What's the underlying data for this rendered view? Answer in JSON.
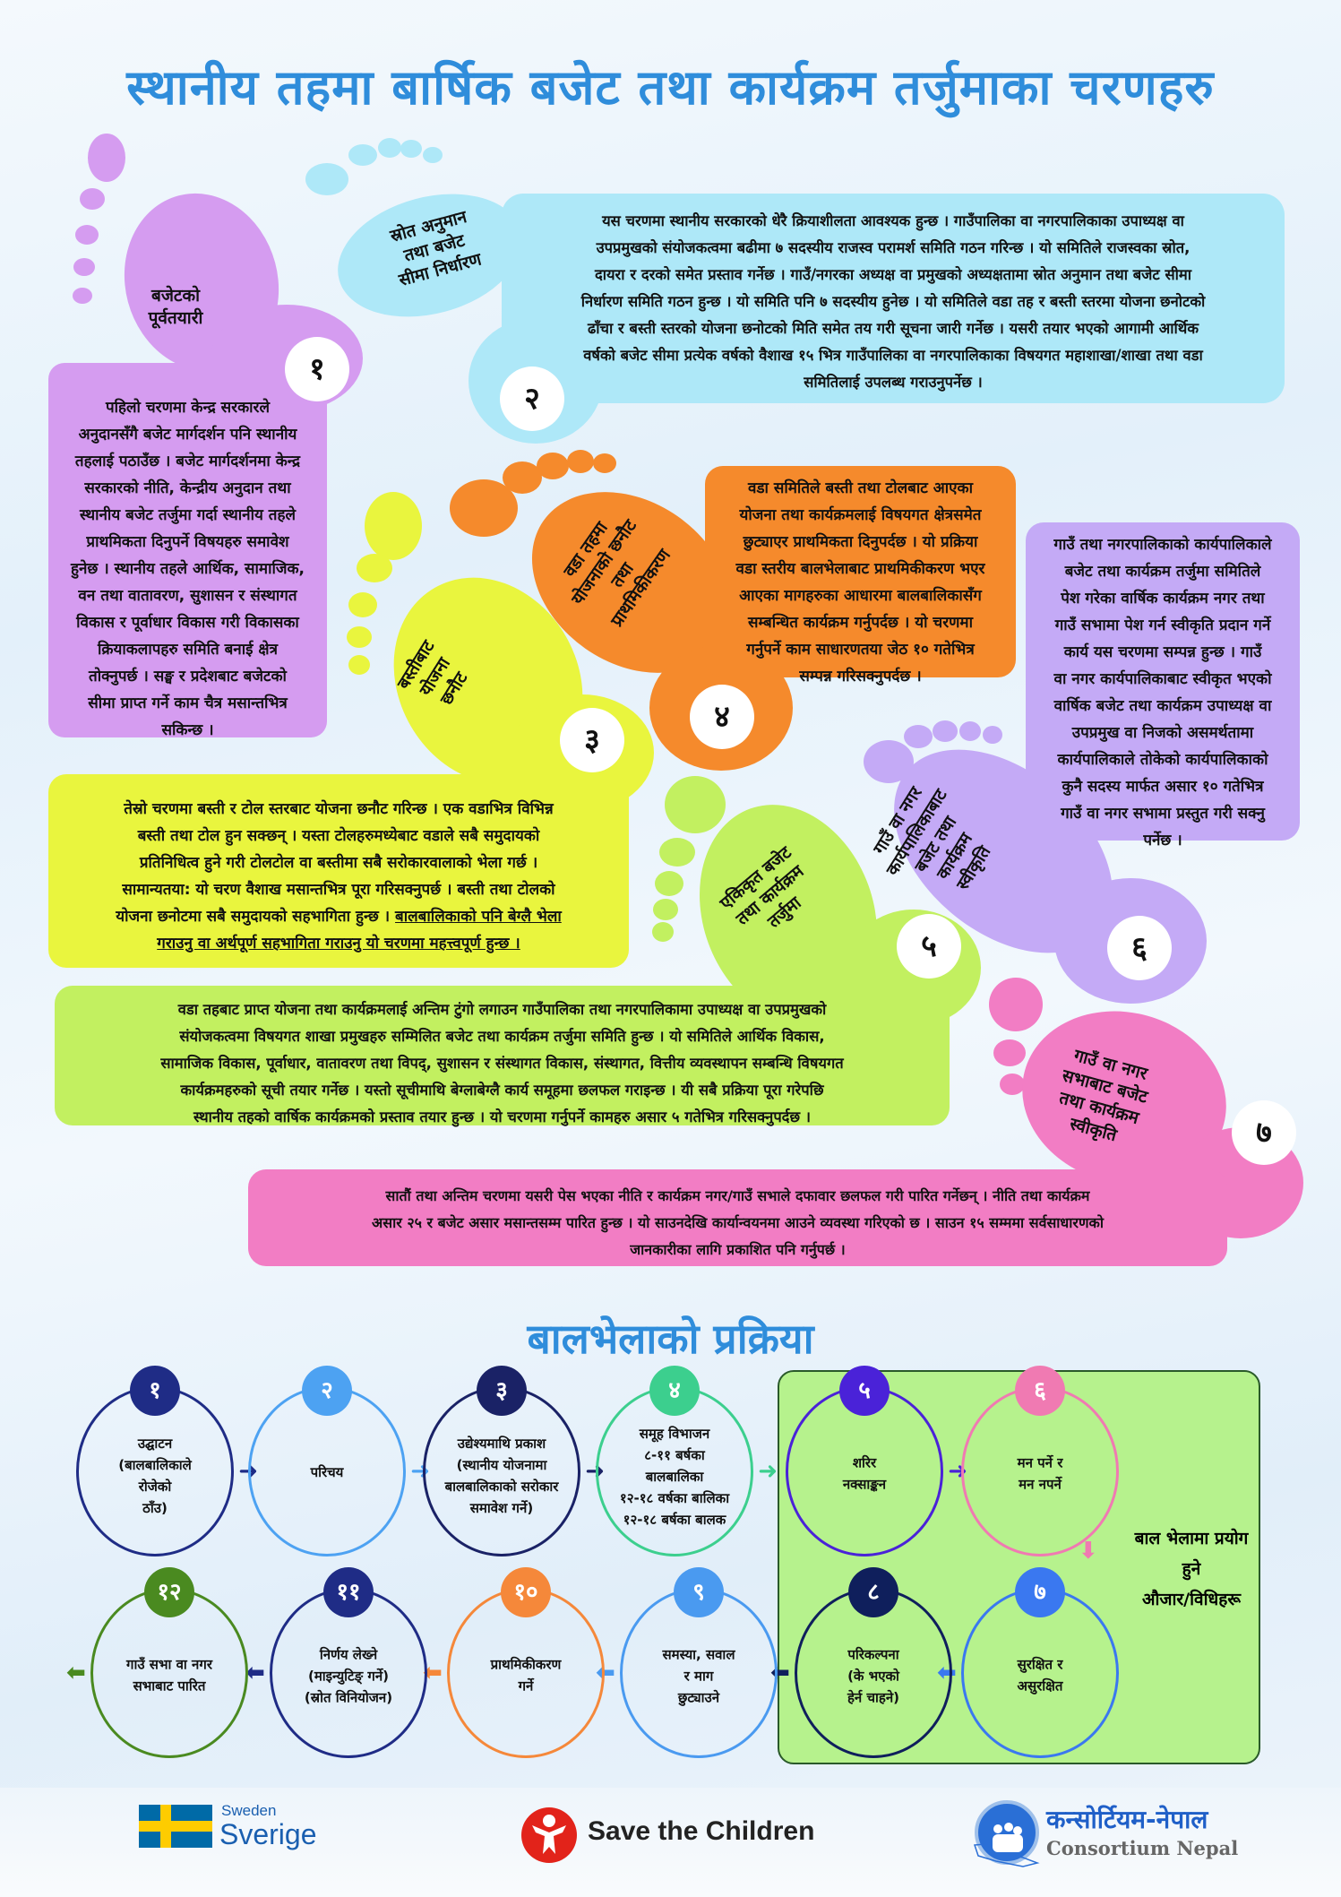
{
  "title": "स्थानीय तहमा बार्षिक बजेट तथा कार्यक्रम तर्जुमाका चरणहरु",
  "steps": [
    {
      "number": "१",
      "label": "बजेटको\nपूर्वतयारी",
      "color": "#d59cf0",
      "text": "पहिलो चरणमा केन्द्र सरकारले\nअनुदानसँगै बजेट मार्गदर्शन पनि स्थानीय\nतहलाई पठाउँछ । बजेट मार्गदर्शनमा केन्द्र\nसरकारको नीति, केन्द्रीय अनुदान तथा\nस्थानीय बजेट तर्जुमा गर्दा स्थानीय तहले\nप्राथमिकता दिनुपर्ने विषयहरु समावेश\nहुनेछ । स्थानीय तहले आर्थिक, सामाजिक,\nवन तथा वातावरण, सुशासन र संस्थागत\nविकास र पूर्वाधार विकास गरी विकासका\nक्रियाकलापहरु समिति बनाई क्षेत्र\nतोक्नुपर्छ । सङ्घ र प्रदेशबाट बजेटको\nसीमा प्राप्त गर्ने काम चैत्र मसान्तभित्र\nसकिन्छ ।"
    },
    {
      "number": "२",
      "label": "स्रोत अनुमान\nतथा बजेट\nसीमा निर्धारण",
      "color": "#aee8f8",
      "text": "यस चरणमा स्थानीय सरकारको धेरै क्रियाशीलता आवश्यक हुन्छ । गाउँपालिका वा नगरपालिकाका उपाध्यक्ष वा\nउपप्रमुखको संयोजकत्वमा बढीमा ७ सदस्यीय राजस्व परामर्श समिति गठन गरिन्छ । यो समितिले राजस्वका स्रोत,\nदायरा र दरको समेत प्रस्ताव गर्नेछ । गाउँ/नगरका अध्यक्ष वा प्रमुखको अध्यक्षतामा स्रोत अनुमान तथा बजेट सीमा\nनिर्धारण समिति गठन हुन्छ । यो समिति पनि ७ सदस्यीय हुनेछ । यो समितिले वडा तह र बस्ती स्तरमा योजना छनोटको\nढाँचा र बस्ती स्तरको योजना छनोटको मिति समेत तय गरी सूचना जारी गर्नेछ । यसरी तयार भएको आगामी आर्थिक\nवर्षको बजेट सीमा प्रत्येक वर्षको वैशाख १५ भित्र गाउँपालिका वा नगरपालिकाका विषयगत महाशाखा/शाखा तथा वडा\nसमितिलाई उपलब्ध गराउनुपर्नेछ ।"
    },
    {
      "number": "३",
      "label": "बस्तीबाट\nयोजना\nछनौट",
      "color": "#e9f53e",
      "text": "तेस्रो चरणमा बस्ती र टोल स्तरबाट योजना छनौट गरिन्छ । एक वडाभित्र विभिन्न\nबस्ती तथा टोल हुन सक्छन् । यस्ता टोलहरुमध्येबाट वडाले सबै समुदायको\nप्रतिनिधित्व हुने गरी टोलटोल वा बस्तीमा सबै सरोकारवालाको भेला गर्छ ।\nसामान्यतया: यो चरण वैशाख मसान्तभित्र पूरा गरिसक्नुपर्छ । बस्ती तथा टोलको\nयोजना छनोटमा सबै समुदायको सहभागिता हुन्छ । ",
      "text_emphasis": "बालबालिकाको पनि बेग्लै भेला\nगराउनु वा अर्थपूर्ण सहभागिता गराउनु यो चरणमा महत्त्वपूर्ण हुन्छ ।"
    },
    {
      "number": "४",
      "label": "वडा तहमा\nयोजनाको छनौट\nतथा\nप्राथमिकीकरण",
      "color": "#f58a2c",
      "text": "वडा समितिले बस्ती तथा टोलबाट आएका\nयोजना तथा कार्यक्रमलाई विषयगत क्षेत्रसमेत\nछुट्याएर प्राथमिकता दिनुपर्दछ । यो प्रक्रिया\nवडा स्तरीय बालभेलाबाट प्राथमिकीकरण भएर\nआएका मागहरुका आधारमा बालबालिकासँग\nसम्बन्धित कार्यक्रम गर्नुपर्दछ । यो चरणमा\nगर्नुपर्ने काम साधारणतया जेठ १० गतेभित्र\nसम्पन्न गरिसक्नुपर्दछ ।"
    },
    {
      "number": "५",
      "label": "एकिकृत बजेट\nतथा कार्यक्रम\nतर्जुमा",
      "color": "#c2f060",
      "text": "वडा तहबाट प्राप्त योजना तथा कार्यक्रमलाई अन्तिम टुंगो लगाउन गाउँपालिका तथा नगरपालिकामा उपाध्यक्ष वा उपप्रमुखको\nसंयोजकत्वमा विषयगत शाखा प्रमुखहरु सम्मिलित बजेट तथा कार्यक्रम तर्जुमा समिति हुन्छ । यो समितिले आर्थिक विकास,\nसामाजिक विकास, पूर्वाधार, वातावरण तथा विपद्, सुशासन र संस्थागत विकास, संस्थागत, वित्तीय व्यवस्थापन सम्बन्धि विषयगत\nकार्यक्रमहरुको सूची तयार गर्नेछ । यस्तो सूचीमाथि बेग्लाबेग्लै कार्य समूहमा छलफल गराइन्छ । यी सबै प्रक्रिया पूरा गरेपछि\nस्थानीय तहको वार्षिक कार्यक्रमको प्रस्ताव तयार हुन्छ । यो चरणमा गर्नुपर्ने कामहरु असार ५ गतेभित्र गरिसक्नुपर्दछ ।"
    },
    {
      "number": "६",
      "label": "गाउँ वा नगर\nकार्यपालिकाबाट\nबजेट तथा\nकार्यक्रम\nस्वीकृति",
      "color": "#c4aaf6",
      "text": "गाउँ तथा नगरपालिकाको कार्यपालिकाले\nबजेट तथा कार्यक्रम तर्जुमा समितिले\nपेश गरेका वार्षिक कार्यक्रम नगर तथा\nगाउँ सभामा पेश गर्न स्वीकृति प्रदान गर्ने\nकार्य यस चरणमा सम्पन्न हुन्छ । गाउँ\nवा नगर कार्यपालिकाबाट स्वीकृत भएको\nवार्षिक बजेट तथा कार्यक्रम उपाध्यक्ष वा\nउपप्रमुख वा निजको असमर्थतामा\nकार्यपालिकाले तोकेको कार्यपालिकाको\nकुनै सदस्य मार्फत असार १० गतेभित्र\nगाउँ वा नगर सभामा प्रस्तुत गरी सक्नु\nपर्नेछ ।"
    },
    {
      "number": "७",
      "label": "गाउँ वा नगर\nसभाबाट बजेट\nतथा कार्यक्रम\nस्वीकृति",
      "color": "#f27dc4",
      "text": "सातौं तथा अन्तिम चरणमा यसरी पेस भएका नीति र कार्यक्रम नगर/गाउँ सभाले दफावार छलफल गरी पारित गर्नेछन् । नीति तथा कार्यक्रम\nअसार २५ र बजेट असार मसान्तसम्म पारित हुन्छ । यो साउनदेखि कार्यान्वयनमा आउने व्यवस्था गरिएको छ । साउन १५ सम्ममा सर्वसाधारणको\nजानकारीका लागि प्रकाशित पनि गर्नुपर्छ ।"
    }
  ],
  "bal_bhela": {
    "title": "बालभेलाको प्रक्रिया",
    "side_label": "बाल भेलामा प्रयोग\nहुने\nऔजार/विधिहरू",
    "steps": [
      {
        "number": "१",
        "text": "उद्घाटन\n(बालबालिकाले\nरोजेको\nठाँउ)",
        "color": "#1f2c86"
      },
      {
        "number": "२",
        "text": "परिचय",
        "color": "#4da2f2"
      },
      {
        "number": "३",
        "text": "उद्येश्यमाथि प्रकाश\n(स्थानीय योजनामा\nबालबालिकाको सरोकार\nसमावेश गर्ने)",
        "color": "#1a2266"
      },
      {
        "number": "४",
        "text": "समूह विभाजन\n८-११ बर्षका\nबालबालिका\n१२-१८ वर्षका बालिका\n१२-१८ बर्षका बालक",
        "color": "#3ccf8e"
      },
      {
        "number": "५",
        "text": "शरिर\nनक्साङ्कन",
        "color": "#4a22d8"
      },
      {
        "number": "६",
        "text": "मन पर्ने र\nमन नपर्ने",
        "color": "#f07ab2"
      },
      {
        "number": "७",
        "text": "सुरक्षित र\nअसुरक्षित",
        "color": "#3a78f0"
      },
      {
        "number": "८",
        "text": "परिकल्पना\n(के भएको\nहेर्न चाहने)",
        "color": "#0f1f5c"
      },
      {
        "number": "९",
        "text": "समस्या, सवाल\nर माग\nछुट्याउने",
        "color": "#4a9af0"
      },
      {
        "number": "१०",
        "text": "प्राथमिकीकरण\nगर्ने",
        "color": "#f5883a"
      },
      {
        "number": "११",
        "text": "निर्णय लेख्ने\n(माइन्युटिङ् गर्ने)\n(स्रोत विनियोजन)",
        "color": "#1f2c86"
      },
      {
        "number": "१२",
        "text": "गाउँ सभा वा नगर\nसभाबाट पारित",
        "color": "#4a8a20"
      }
    ]
  },
  "footer": {
    "sweden_small": "Sweden",
    "sweden_big": "Sverige",
    "save_the_children": "Save the Children",
    "consortium_np": "कन्सोर्टियम-नेपाल",
    "consortium_en": "Consortium Nepal"
  }
}
